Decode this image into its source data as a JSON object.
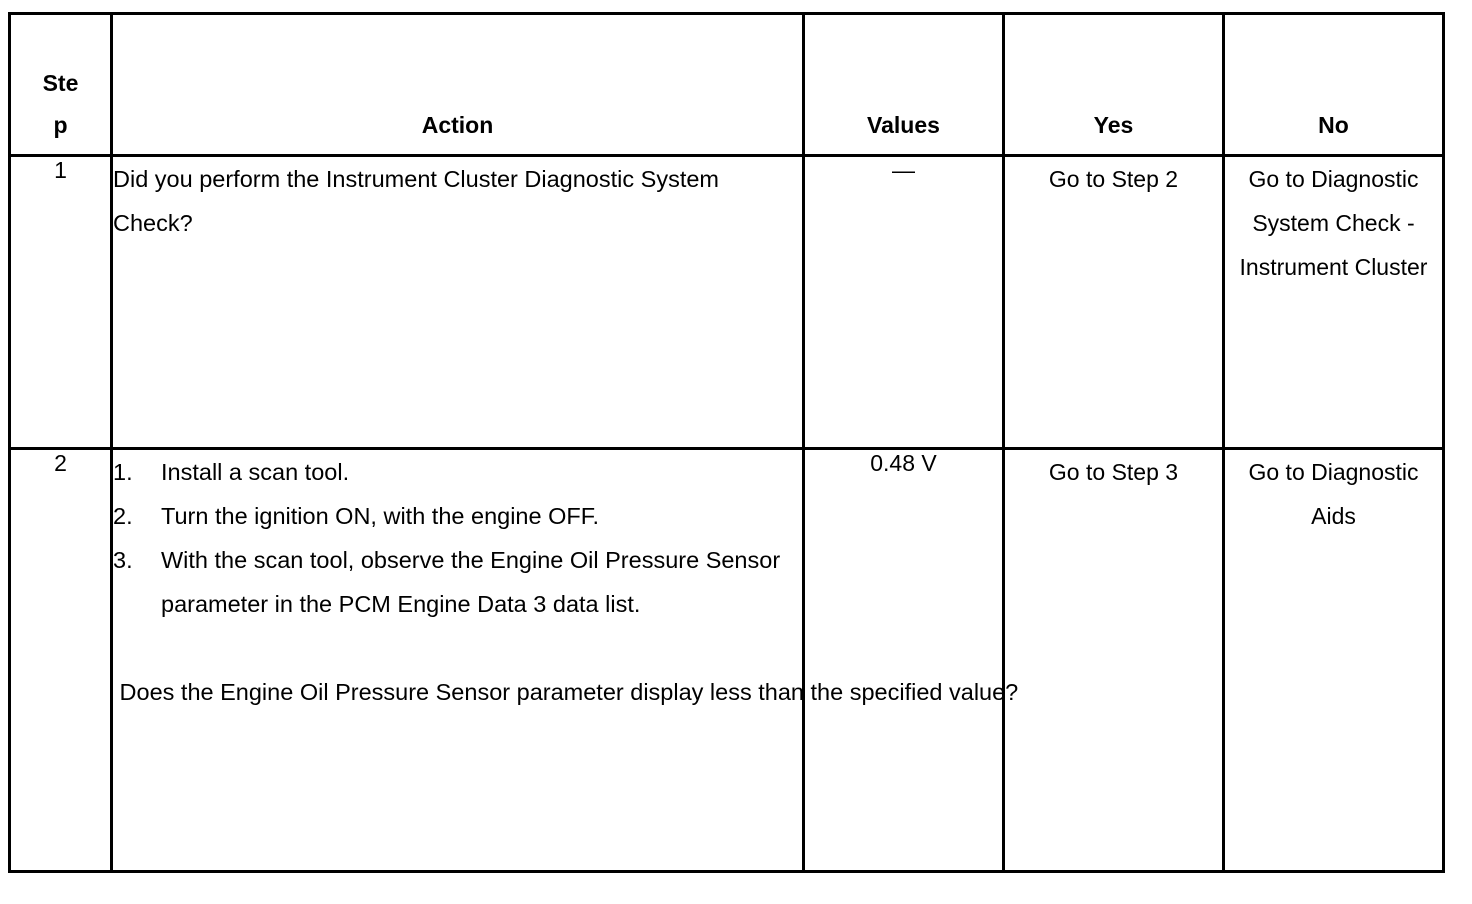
{
  "table": {
    "headers": {
      "step": "Step",
      "action": "Action",
      "values": "Values",
      "yes": "Yes",
      "no": "No"
    },
    "rows": [
      {
        "step": "1",
        "action_lines": [
          "Did you perform the Instrument Cluster Diagnostic System Check?"
        ],
        "values": "—",
        "yes": "Go to Step 2",
        "no": "Go to Diagnostic System Check - Instrument Cluster"
      },
      {
        "step": "2",
        "list_items": [
          {
            "num": "1.",
            "text": "Install a scan tool."
          },
          {
            "num": "2.",
            "text": "Turn the ignition ON, with the engine OFF."
          },
          {
            "num": "3.",
            "text": "With the scan tool, observe the Engine Oil Pressure Sensor parameter in the PCM Engine Data 3 data list."
          }
        ],
        "question": " Does the Engine Oil Pressure Sensor parameter display less than the specified value?",
        "values": "0.48 V",
        "yes": "Go to Step 3",
        "no": "Go to Diagnostic Aids"
      }
    ]
  },
  "colors": {
    "border": "#000000",
    "text": "#000000",
    "background": "#ffffff"
  }
}
